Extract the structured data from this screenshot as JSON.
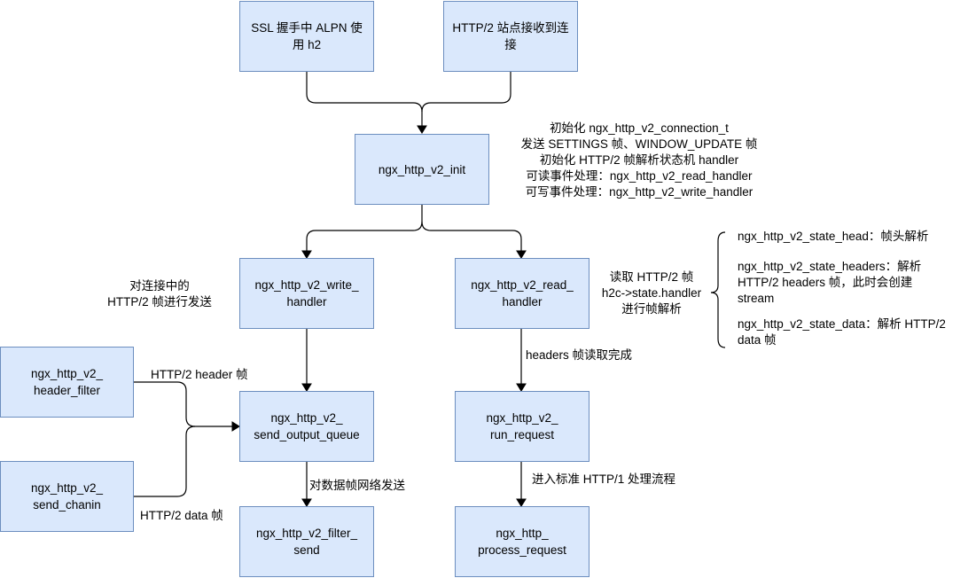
{
  "nodes": {
    "ssl_alpn": "SSL 握手中 ALPN 使\n用 h2",
    "http2_site": "HTTP/2 站点接收到连\n接",
    "v2_init": "ngx_http_v2_init",
    "write_handler": "ngx_http_v2_write_\nhandler",
    "read_handler": "ngx_http_v2_read_\nhandler",
    "header_filter": "ngx_http_v2_\nheader_filter",
    "send_chain": "ngx_http_v2_\nsend_chanin",
    "send_output_queue": "ngx_http_v2_\nsend_output_queue",
    "run_request": "ngx_http_v2_\nrun_request",
    "filter_send": "ngx_http_v2_filter_\nsend",
    "process_request": "ngx_http_\nprocess_request"
  },
  "labels": {
    "init_notes": "初始化 ngx_http_v2_connection_t\n发送 SETTINGS 帧、WINDOW_UPDATE 帧\n初始化 HTTP/2 帧解析状态机 handler\n可读事件处理：ngx_http_v2_read_handler\n可写事件处理：ngx_http_v2_write_handler",
    "write_note": "对连接中的\nHTTP/2 帧进行发送",
    "read_note": "读取 HTTP/2 帧\nh2c->state.handler\n进行帧解析",
    "state_head": "ngx_http_v2_state_head：帧头解析",
    "state_headers": "ngx_http_v2_state_headers：解析\nHTTP/2 headers 帧，此时会创建\nstream",
    "state_data": "ngx_http_v2_state_data：解析 HTTP/2\ndata 帧",
    "header_frame": "HTTP/2 header 帧",
    "data_frame": "HTTP/2 data 帧",
    "net_send": "对数据帧网络发送",
    "headers_done": "headers 帧读取完成",
    "enter_http1": "进入标准 HTTP/1 处理流程"
  }
}
